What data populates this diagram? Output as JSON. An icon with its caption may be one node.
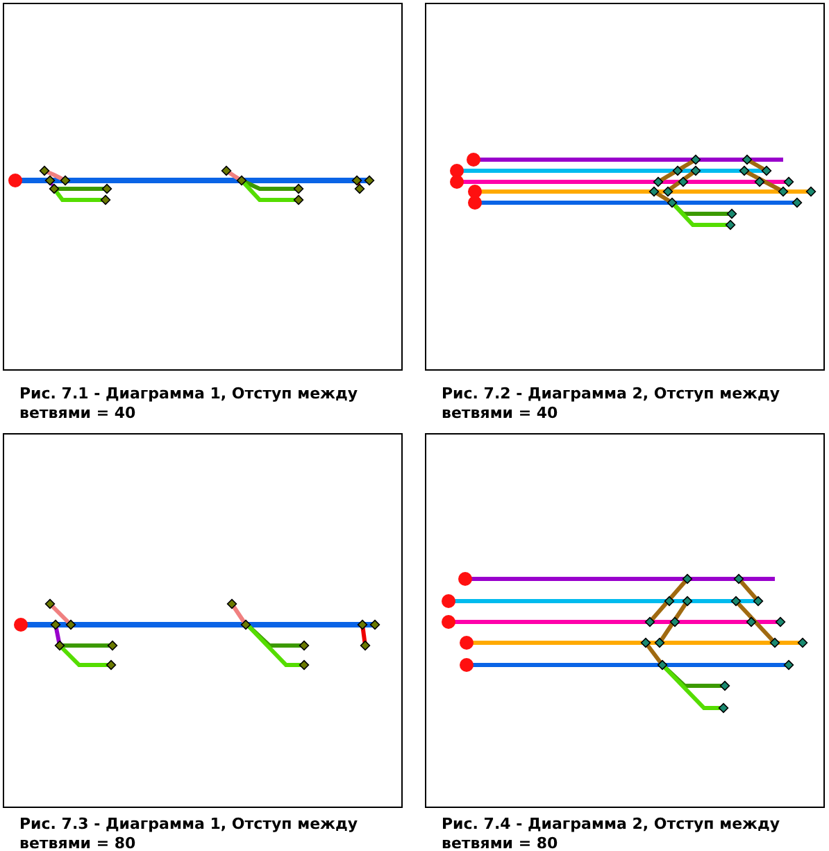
{
  "diagram": {
    "labels": [
      "Рис. 7.1 - Диаграмма 1, Отступ между ветвями = 40",
      "Рис. 7.2 - Диаграмма 2, Отступ между ветвями = 40",
      "Рис. 7.3 - Диаграмма 1, Отступ между ветвями = 80",
      "Рис. 7.4 - Диаграмма 2, Отступ между ветвями = 80"
    ]
  }
}
